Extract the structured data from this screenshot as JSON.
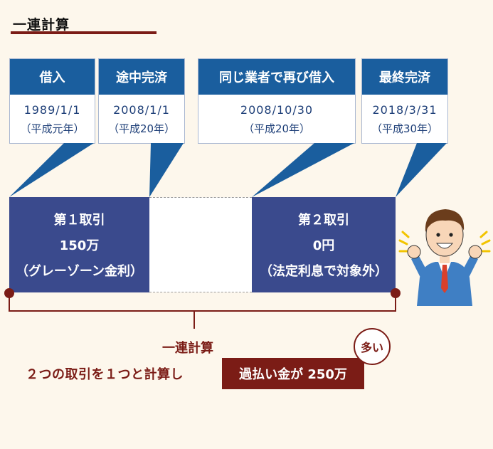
{
  "title": "一連計算",
  "events": [
    {
      "label": "借入",
      "date": "1989/1/1",
      "era": "（平成元年）"
    },
    {
      "label": "途中完済",
      "date": "2008/1/1",
      "era": "（平成20年）"
    },
    {
      "label": "同じ業者で再び借入",
      "date": "2008/10/30",
      "era": "（平成20年）"
    },
    {
      "label": "最終完済",
      "date": "2018/3/31",
      "era": "（平成30年）"
    }
  ],
  "transactions": [
    {
      "name": "第１取引",
      "amount": "150万",
      "note": "（グレーゾーン金利）"
    },
    {
      "name": "第２取引",
      "amount": "0円",
      "note": "（法定利息で対象外）"
    }
  ],
  "summary": {
    "label": "一連計算",
    "description": "２つの取引を１つと計算し",
    "overpayment": "過払い金が 250万",
    "badge": "多い"
  },
  "colors": {
    "header_blue": "#1a5e9e",
    "transaction_navy": "#3a4a8d",
    "accent_maroon": "#7b1c16",
    "background": "#fdf7ec"
  },
  "icons": [
    "businessman-cheering-icon"
  ]
}
